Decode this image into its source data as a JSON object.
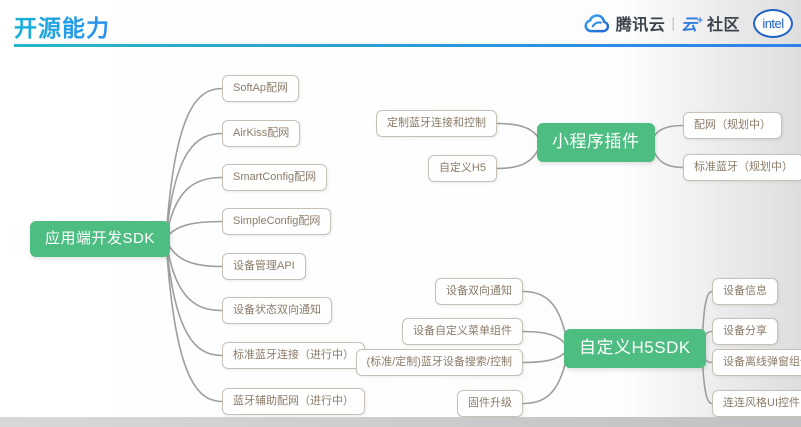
{
  "header": {
    "title": "开源能力"
  },
  "brand": {
    "tencent": "腾讯云",
    "divider": "|",
    "community_yun": "云",
    "community_plus": "+",
    "community": "社区",
    "intel": "intel"
  },
  "clusters": [
    {
      "root": "应用端开发SDK",
      "left": [],
      "right": [
        "SoftAp配网",
        "AirKiss配网",
        "SmartConfig配网",
        "SimpleConfig配网",
        "设备管理API",
        "设备状态双向通知",
        "标准蓝牙连接（进行中）",
        "蓝牙辅助配网（进行中）"
      ]
    },
    {
      "root": "小程序插件",
      "left": [
        "定制蓝牙连接和控制",
        "自定义H5"
      ],
      "right": [
        "配网（规划中）",
        "标准蓝牙（规划中）"
      ]
    },
    {
      "root": "自定义H5SDK",
      "left": [
        "设备双向通知",
        "设备自定义菜单组件",
        "(标准/定制)蓝牙设备搜索/控制",
        "固件升级"
      ],
      "right": [
        "设备信息",
        "设备分享",
        "设备离线弹窗组件",
        "连连风格UI控件"
      ]
    }
  ],
  "colors": {
    "accent_green": "#4dbd82",
    "title_gradient_start": "#17b1d8",
    "title_gradient_end": "#2b8ff0",
    "node_text": "#8b7b68",
    "node_border": "#c7c0b7",
    "connector_line": "#9e9e9e",
    "brand_blue": "#2f7de1",
    "intel_blue": "#1e63c4"
  }
}
